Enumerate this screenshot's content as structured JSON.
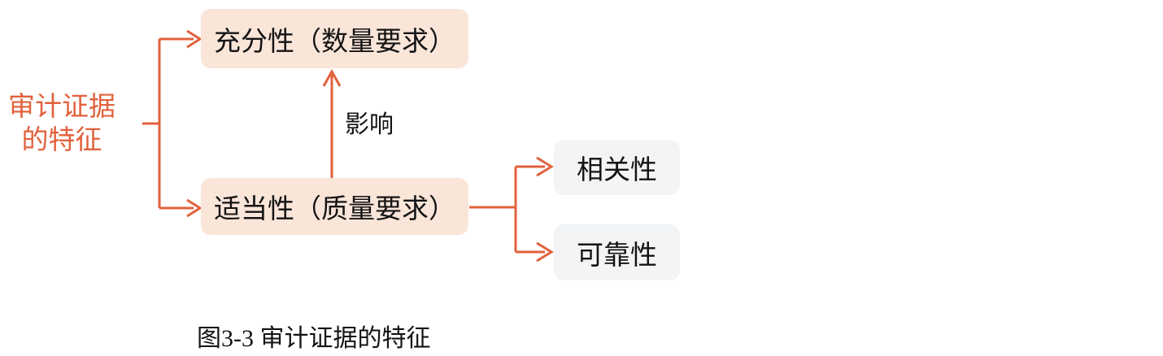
{
  "figure": {
    "caption": "图3-3  审计证据的特征",
    "root_label": "审计证据\n的特征",
    "accent_color": "#e2613c",
    "peach_box_color": "#fae5d9",
    "grey_box_color": "#f2f4f6",
    "text_color": "#141414"
  },
  "nodes": {
    "sufficiency": {
      "label": "充分性（数量要求）"
    },
    "appropriateness": {
      "label": "适当性（质量要求）"
    },
    "relevance": {
      "label": "相关性"
    },
    "reliability": {
      "label": "可靠性"
    }
  },
  "edges": {
    "influence_label": "影响"
  }
}
